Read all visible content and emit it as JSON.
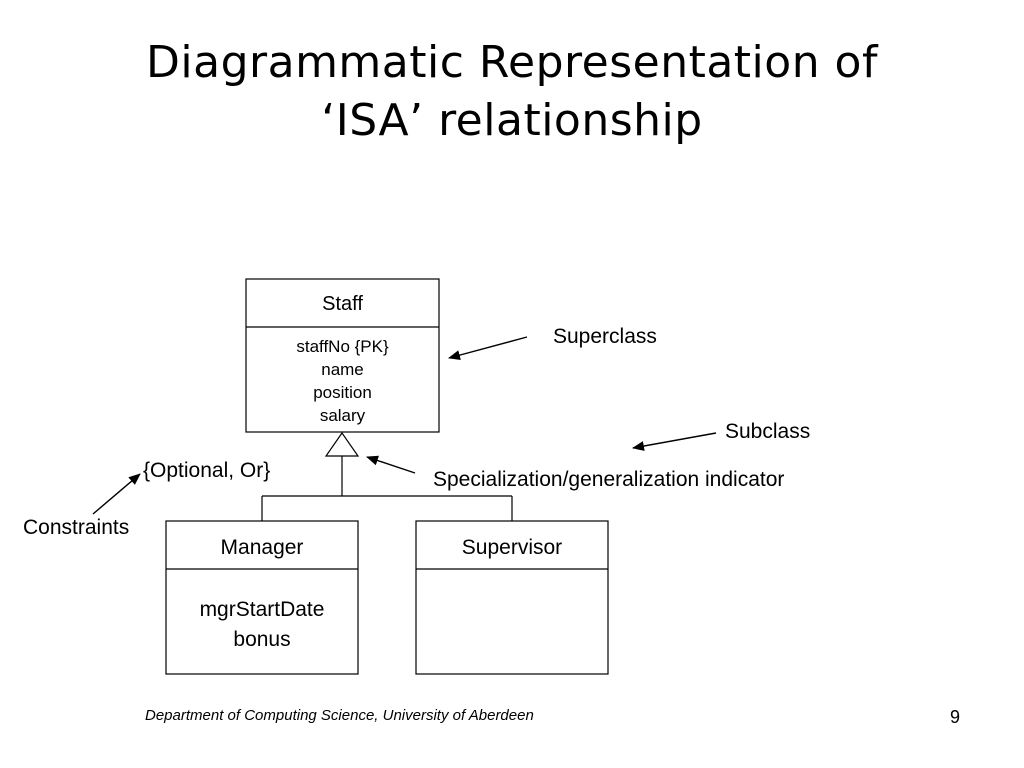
{
  "title": {
    "line1": "Diagrammatic Representation of",
    "line2": "‘ISA’ relationship"
  },
  "superclass": {
    "name": "Staff",
    "attributes": [
      "staffNo {PK}",
      "name",
      "position",
      "salary"
    ]
  },
  "subclasses": [
    {
      "name": "Manager",
      "attributes": [
        "mgrStartDate",
        "bonus"
      ]
    },
    {
      "name": "Supervisor",
      "attributes": []
    }
  ],
  "labels": {
    "superclass": "Superclass",
    "subclass": "Subclass",
    "indicator": "Specialization/generalization indicator",
    "constraint_value": "{Optional, Or}",
    "constraints": "Constraints"
  },
  "footer": {
    "text": "Department of Computing Science, University of Aberdeen",
    "page": "9"
  }
}
